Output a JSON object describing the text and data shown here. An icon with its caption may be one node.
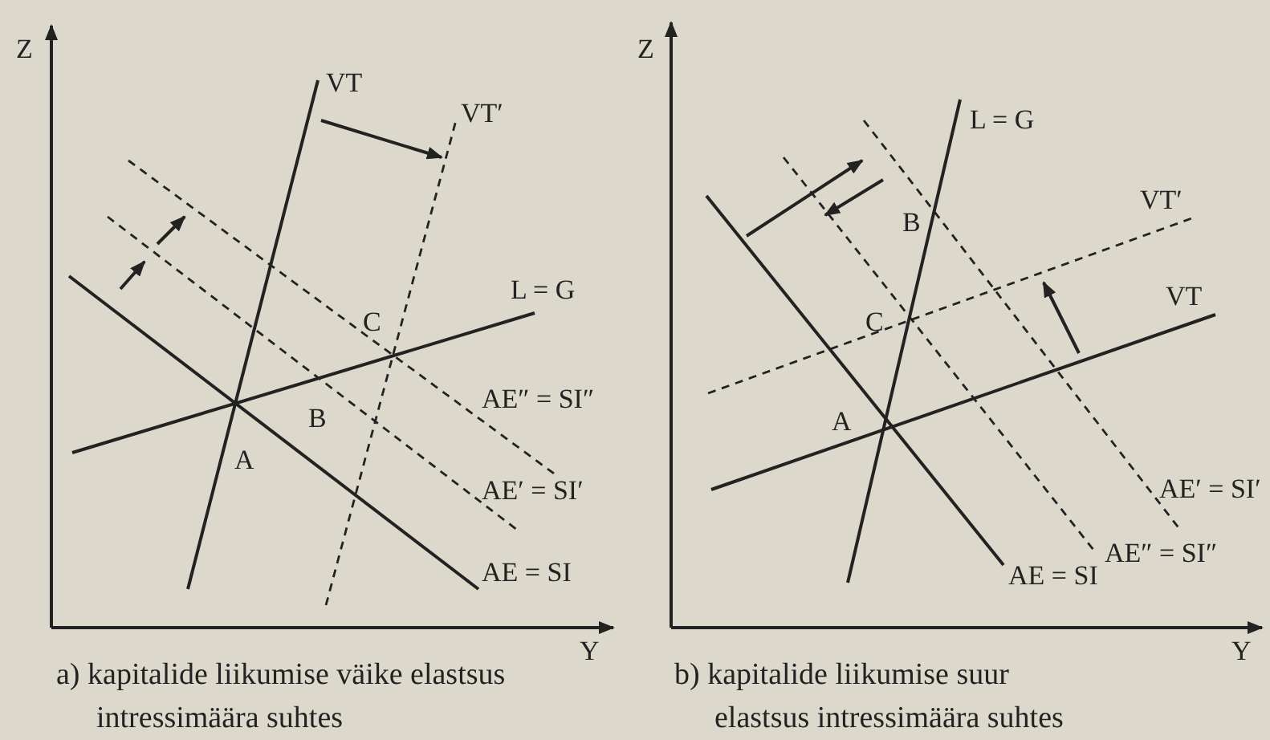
{
  "diagram": {
    "labels": [
      "Z",
      "VT",
      "VT′",
      "L = G",
      "C",
      "B",
      "A",
      "AE″ = SI″",
      "AE′ = SI′",
      "AE = SI",
      "Y",
      "a) kapitalide liikumise väike elastsus intressimäära suhtes",
      "Z",
      "L = G",
      "B",
      "VT′",
      "C",
      "VT",
      "A",
      "AE′ = SI′",
      "AE″ = SI″",
      "AE = SI",
      "Y",
      "b) kapitalide liikumise suur elastsus intressimäära suhtes"
    ]
  }
}
